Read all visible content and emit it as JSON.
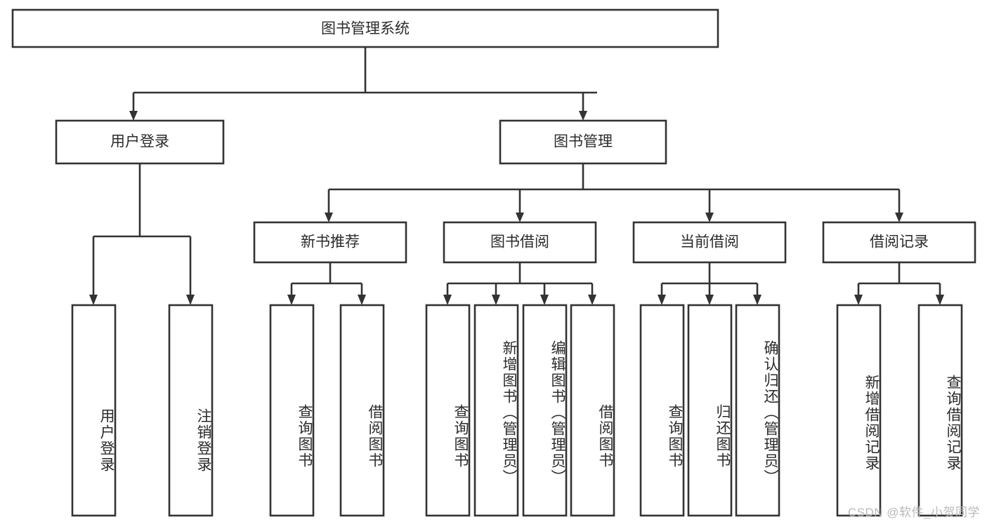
{
  "diagram": {
    "type": "tree-hierarchy",
    "title": "图书管理系统",
    "orientation": "top-down",
    "root": {
      "id": "root",
      "label": "图书管理系统"
    },
    "level2": [
      {
        "id": "user-login",
        "label": "用户登录"
      },
      {
        "id": "book-management",
        "label": "图书管理"
      }
    ],
    "level3": [
      {
        "id": "new-book-recommend",
        "label": "新书推荐",
        "parent": "book-management"
      },
      {
        "id": "book-borrow",
        "label": "图书借阅",
        "parent": "book-management"
      },
      {
        "id": "current-borrow",
        "label": "当前借阅",
        "parent": "book-management"
      },
      {
        "id": "borrow-record",
        "label": "借阅记录",
        "parent": "book-management"
      }
    ],
    "leaves": [
      {
        "id": "leaf-user-login",
        "label": "用户登录",
        "parent": "user-login"
      },
      {
        "id": "leaf-logout",
        "label": "注销登录",
        "parent": "user-login"
      },
      {
        "id": "leaf-query-book-1",
        "label": "查询图书",
        "parent": "new-book-recommend"
      },
      {
        "id": "leaf-borrow-book-1",
        "label": "借阅图书",
        "parent": "new-book-recommend"
      },
      {
        "id": "leaf-query-book-2",
        "label": "查询图书",
        "parent": "book-borrow"
      },
      {
        "id": "leaf-add-book",
        "label": "新增图书（管理员）",
        "parent": "book-borrow"
      },
      {
        "id": "leaf-edit-book",
        "label": "编辑图书（管理员）",
        "parent": "book-borrow"
      },
      {
        "id": "leaf-borrow-book-2",
        "label": "借阅图书",
        "parent": "book-borrow"
      },
      {
        "id": "leaf-query-book-3",
        "label": "查询图书",
        "parent": "current-borrow"
      },
      {
        "id": "leaf-return-book",
        "label": "归还图书",
        "parent": "current-borrow"
      },
      {
        "id": "leaf-confirm-return",
        "label": "确认归还（管理员）",
        "parent": "current-borrow"
      },
      {
        "id": "leaf-add-record",
        "label": "新增借阅记录",
        "parent": "borrow-record"
      },
      {
        "id": "leaf-query-record",
        "label": "查询借阅记录",
        "parent": "borrow-record"
      }
    ],
    "colors": {
      "stroke": "#333333",
      "fill": "#ffffff",
      "text": "#2b2b2b",
      "watermark": "#b9b9b9",
      "background": "#ffffff"
    }
  },
  "watermark": {
    "text": "CSDN @软件_小贺同学"
  }
}
